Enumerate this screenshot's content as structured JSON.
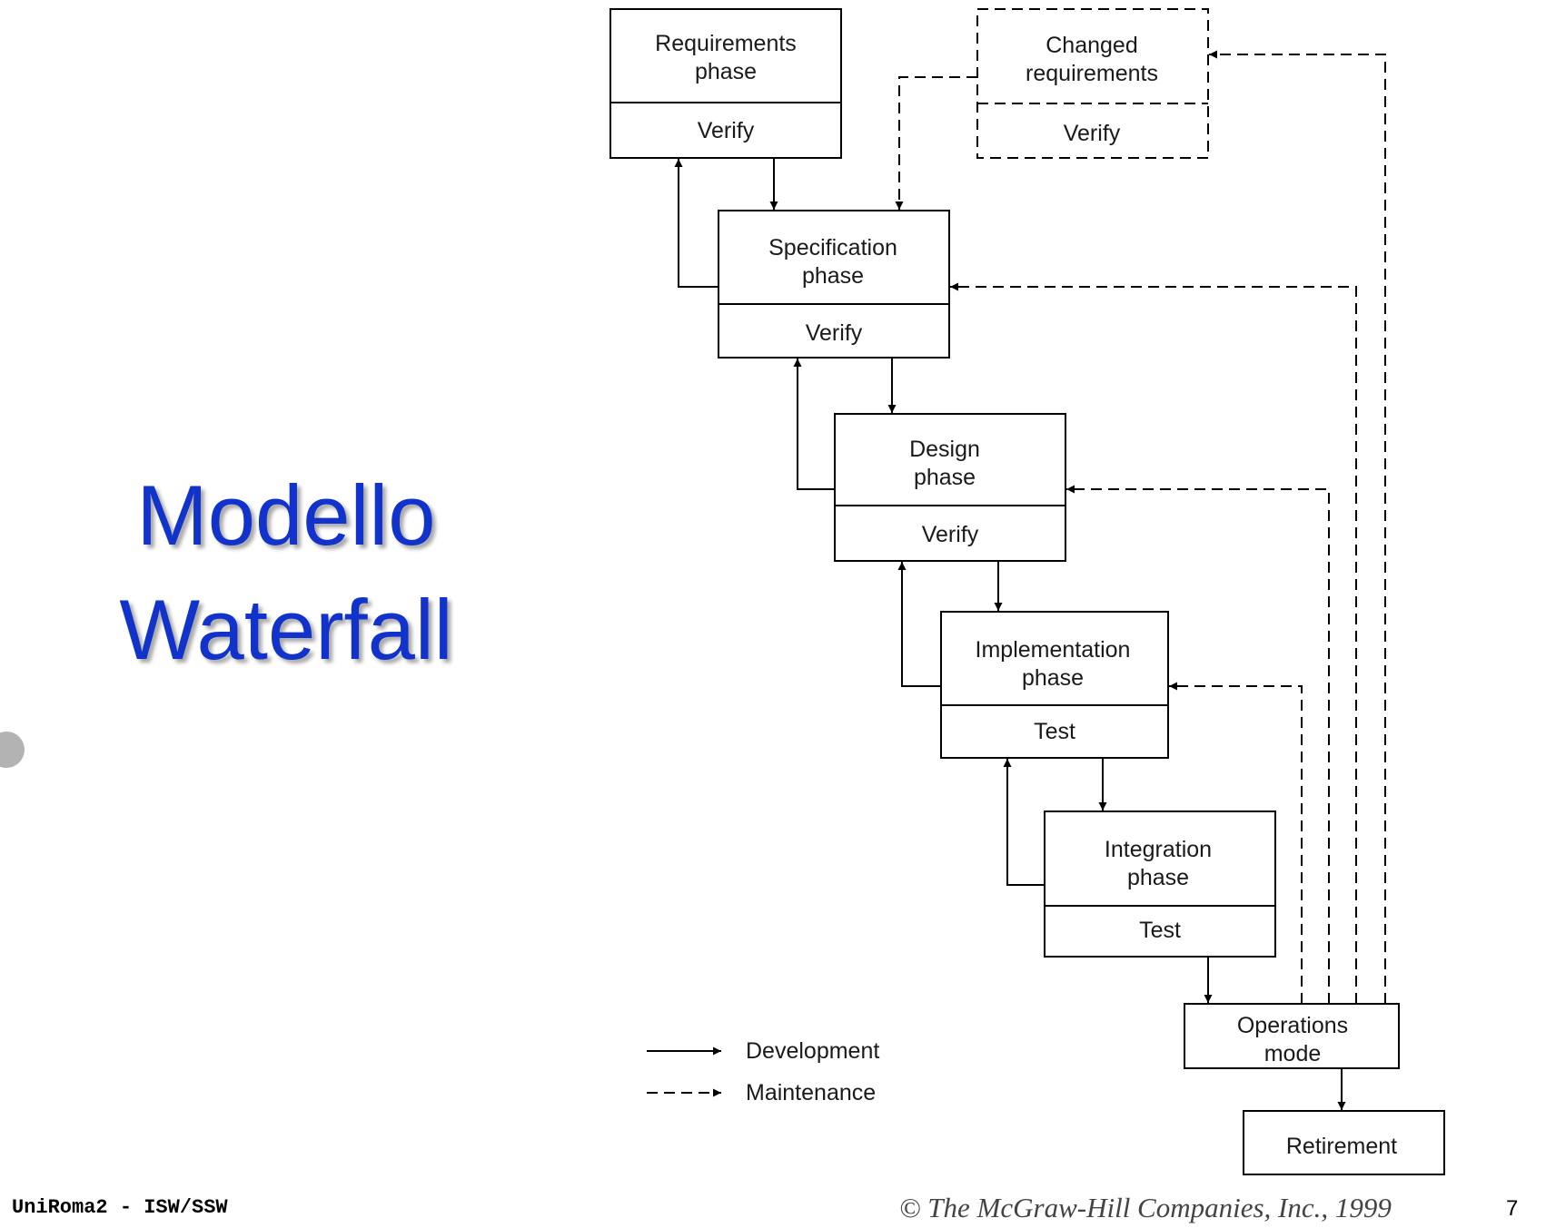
{
  "slide": {
    "title_line1": "Modello",
    "title_line2": "Waterfall",
    "footer_left": "UniRoma2 - ISW/SSW",
    "footer_right": "© The McGraw-Hill Companies, Inc., 1999",
    "page_number": "7"
  },
  "diagram": {
    "boxes": {
      "requirements": {
        "line1": "Requirements",
        "line2": "phase",
        "bottom": "Verify"
      },
      "changed": {
        "line1": "Changed",
        "line2": "requirements",
        "bottom": "Verify"
      },
      "specification": {
        "line1": "Specification",
        "line2": "phase",
        "bottom": "Verify"
      },
      "design": {
        "line1": "Design",
        "line2": "phase",
        "bottom": "Verify"
      },
      "implementation": {
        "line1": "Implementation",
        "line2": "phase",
        "bottom": "Test"
      },
      "integration": {
        "line1": "Integration",
        "line2": "phase",
        "bottom": "Test"
      },
      "operations": {
        "line1": "Operations",
        "line2": "mode"
      },
      "retirement": {
        "label": "Retirement"
      }
    },
    "legend": {
      "development": "Development",
      "maintenance": "Maintenance"
    }
  }
}
